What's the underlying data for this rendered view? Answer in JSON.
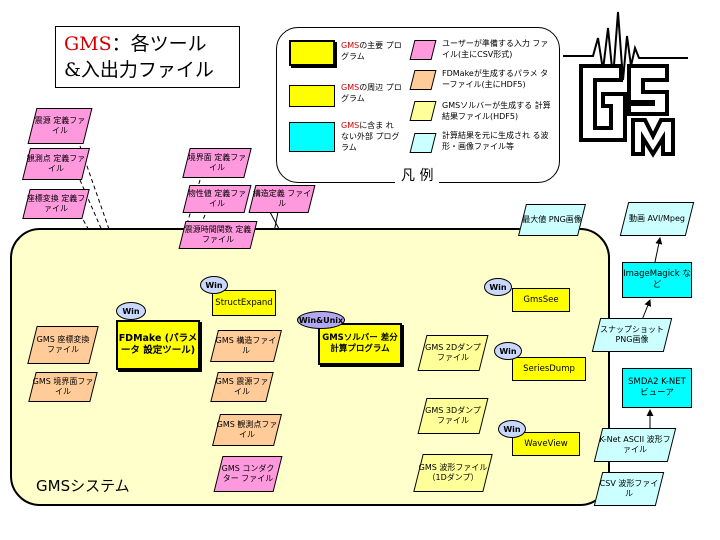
{
  "title": {
    "line1_red": "GMS",
    "line1_rest": "：各ツール",
    "line2": "&入出力ファイル"
  },
  "legend": {
    "heading": "凡 例",
    "main_program": {
      "red": "GMS",
      "rest": "の主要 プログラム"
    },
    "peripheral_program": {
      "red": "GMS",
      "rest": "の周辺 プログラム"
    },
    "external_program": {
      "red": "GMS",
      "rest": "に含ま れない外部 プログラム"
    },
    "user_input": "ユーザーが準備する入力 ファイル(主にCSV形式)",
    "fdmake_params": "FDMakeが生成するパラメ ターファイル(主にHDF5)",
    "solver_results": "GMSソルバーが生成する 計算結果ファイル(HDF5)",
    "derived_files": "計算結果を元に生成され る波形・画像ファイル等"
  },
  "system_label": "GMSシステム",
  "badges": {
    "win": "Win",
    "win_unix": "Win&Unix"
  },
  "inputs": {
    "source": "震源 定義ファイル",
    "observation": "観測点 定義ファイル",
    "coord": "座標変換 定義ファイル",
    "boundary": "境界面 定義ファイル",
    "properties": "物性値 定義ファイル",
    "structure": "構造定義 ファイル",
    "source_time": "震源時間関数 定義ファイル"
  },
  "programs": {
    "fdmake": "FDMake (パラメータ 設定ツール)",
    "structexpand": "StructExpand",
    "solver": "GMSソルバー 差分計算プログラム",
    "gmssee": "GmsSee",
    "seriesdump": "SeriesDump",
    "waveview": "WaveView",
    "imagemagick": "ImageMagick など",
    "smda2": "SMDA2 K-NET ビューア"
  },
  "params": {
    "coord": "GMS 座標変換 ファイル",
    "boundary": "GMS 境界面ファイル",
    "structure": "GMS 構造ファイル",
    "source": "GMS 震源ファイル",
    "observation": "GMS 観測点ファイル",
    "conductor": "GMS コンダクター ファイル"
  },
  "results": {
    "dump2d": "GMS 2Dダンプ ファイル",
    "dump3d": "GMS 3Dダンプ ファイル",
    "wave1d": "GMS 波形ファイル （1Dダンプ）"
  },
  "outputs": {
    "maxpng": "最大値 PNG画像",
    "movie": "動画 AVI/Mpeg",
    "snapshot": "スナップショット PNG画像",
    "knet": "K-Net ASCII 波形ファイル",
    "csv": "CSV 波形ファイル"
  },
  "colors": {
    "main": "#ffff00",
    "external": "#00ffff",
    "user_input": "#ff99dd",
    "fdmake_params": "#ffcc99",
    "solver_results": "#ffff99",
    "derived": "#ccffff",
    "system_bg": "#ffffcc",
    "accent_red": "#d00000"
  },
  "icons": {
    "logo": "gsm-logo",
    "arrows": "flow-arrows"
  }
}
